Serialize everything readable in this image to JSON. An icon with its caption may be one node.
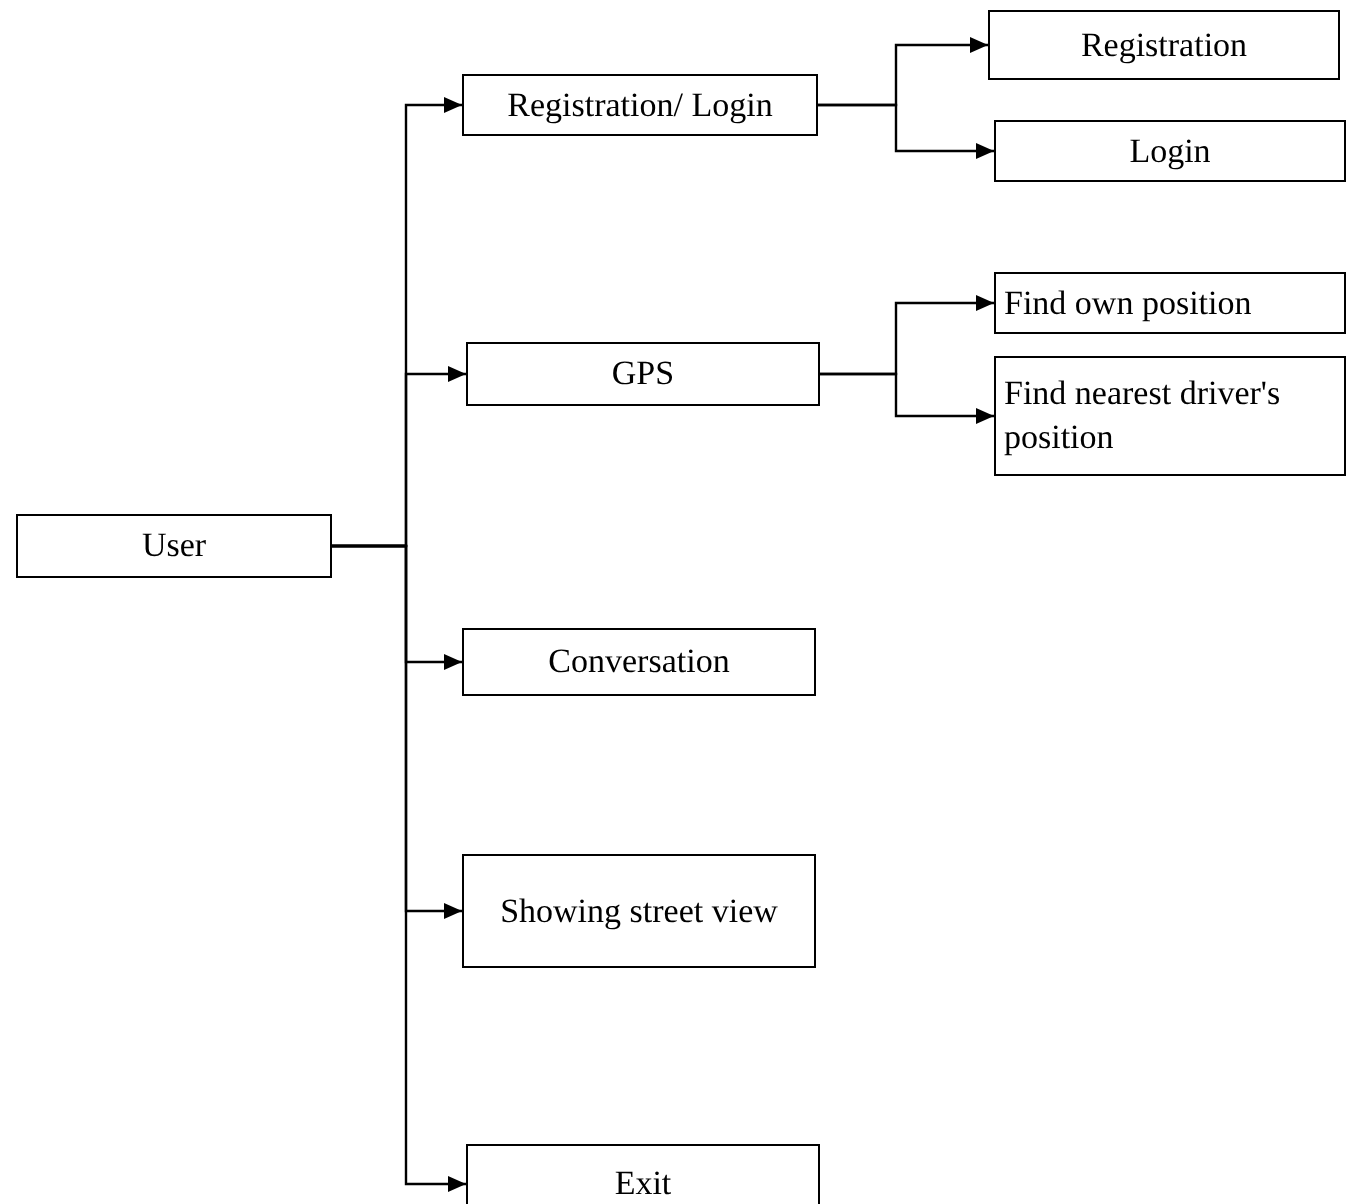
{
  "diagram": {
    "nodes": [
      {
        "text": [
          "User"
        ]
      },
      {
        "text": [
          "Registration/ Login"
        ]
      },
      {
        "text": [
          "Registration"
        ]
      },
      {
        "text": [
          "Login"
        ]
      },
      {
        "text": [
          "GPS"
        ]
      },
      {
        "text": [
          "Find own position"
        ]
      },
      {
        "text": [
          "Find nearest driver's position"
        ]
      },
      {
        "text": [
          "Conversation"
        ]
      },
      {
        "text": [
          "Showing street view"
        ]
      },
      {
        "text": [
          "Exit"
        ]
      }
    ],
    "edges": [
      {
        "from": 0,
        "to": 1,
        "arrow": "to"
      },
      {
        "from": 0,
        "to": 4,
        "arrow": "to"
      },
      {
        "from": 0,
        "to": 7,
        "arrow": "to"
      },
      {
        "from": 0,
        "to": 8,
        "arrow": "to"
      },
      {
        "from": 0,
        "to": 9,
        "arrow": "to"
      },
      {
        "from": 1,
        "to": 2,
        "arrow": "to"
      },
      {
        "from": 1,
        "to": 3,
        "arrow": "to"
      },
      {
        "from": 4,
        "to": 5,
        "arrow": "to"
      },
      {
        "from": 4,
        "to": 6,
        "arrow": "to"
      }
    ]
  }
}
